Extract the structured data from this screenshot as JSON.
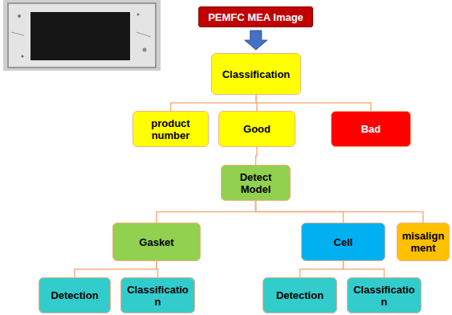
{
  "diagram": {
    "nodes": [
      {
        "text": [
          "PEMFC MEA Image"
        ]
      },
      {
        "text": [
          "Classification"
        ]
      },
      {
        "text": [
          "product number"
        ]
      },
      {
        "text": [
          "Good"
        ]
      },
      {
        "text": [
          "Bad"
        ]
      },
      {
        "text": [
          "Detect Model"
        ]
      },
      {
        "text": [
          "Gasket"
        ]
      },
      {
        "text": [
          "Cell"
        ]
      },
      {
        "text": [
          "misalignment"
        ]
      },
      {
        "text": [
          "Detection"
        ]
      },
      {
        "text": [
          "Classification"
        ]
      },
      {
        "text": [
          "Detection"
        ]
      },
      {
        "text": [
          "Classification"
        ]
      }
    ],
    "edges": [
      {
        "from": 0,
        "to": 1,
        "arrow": "to"
      },
      {
        "from": 1,
        "to": 2,
        "arrow": "none"
      },
      {
        "from": 1,
        "to": 3,
        "arrow": "none"
      },
      {
        "from": 1,
        "to": 4,
        "arrow": "none"
      },
      {
        "from": 3,
        "to": 5,
        "arrow": "none"
      },
      {
        "from": 5,
        "to": 6,
        "arrow": "none"
      },
      {
        "from": 5,
        "to": 7,
        "arrow": "none"
      },
      {
        "from": 5,
        "to": 8,
        "arrow": "none"
      },
      {
        "from": 6,
        "to": 9,
        "arrow": "none"
      },
      {
        "from": 6,
        "to": 10,
        "arrow": "none"
      },
      {
        "from": 7,
        "to": 11,
        "arrow": "none"
      },
      {
        "from": 7,
        "to": 12,
        "arrow": "none"
      }
    ]
  }
}
